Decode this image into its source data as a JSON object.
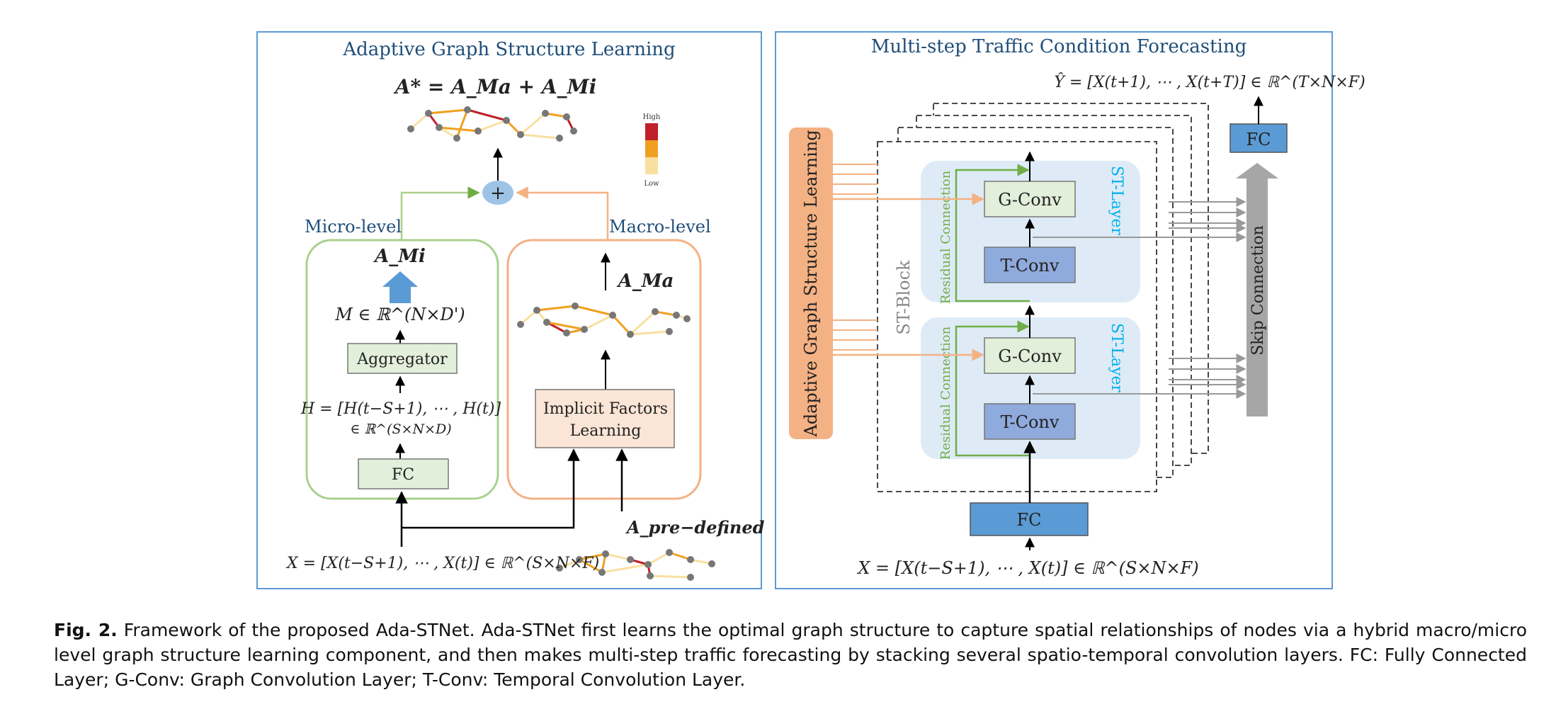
{
  "figure": {
    "left_panel": {
      "title": "Adaptive Graph Structure Learning",
      "output_equation": "A* = A_Ma + A_Mi",
      "legend": {
        "high": "High",
        "low": "Low",
        "colors": [
          "#c0202a",
          "#f0a020",
          "#f8e0a0"
        ]
      },
      "plus_symbol": "+",
      "micro": {
        "label": "Micro-level",
        "output": "A_Mi",
        "m_equation": "M ∈ ℝ^(N×D')",
        "aggregator": "Aggregator",
        "h_equation": "H = [H(t−S+1), ⋯ , H(t)]",
        "h_space": "∈ ℝ^(S×N×D)",
        "fc": "FC"
      },
      "macro": {
        "label": "Macro-level",
        "output": "A_Ma",
        "implicit_line1": "Implicit Factors",
        "implicit_line2": "Learning"
      },
      "predefined_label": "A_pre−defined",
      "input_equation": "X = [X(t−S+1), ⋯ , X(t)] ∈ ℝ^(S×N×F)"
    },
    "right_panel": {
      "title": "Multi-step Traffic Condition Forecasting",
      "output_equation": "Ŷ = [X(t+1), ⋯ , X(t+T)] ∈ ℝ^(T×N×F)",
      "agsl_label": "Adaptive Graph Structure Learning",
      "st_block": "ST-Block",
      "st_layer": "ST-Layer",
      "residual": "Residual Connection",
      "gconv": "G-Conv",
      "tconv": "T-Conv",
      "fc_top": "FC",
      "fc_bottom": "FC",
      "skip": "Skip Connection",
      "input_equation": "X = [X(t−S+1), ⋯ , X(t)] ∈ ℝ^(S×N×F)"
    },
    "colors": {
      "panel_border": "#5b9bd5",
      "title_text": "#1f4e79",
      "green_box": "#e2efda",
      "peach_box": "#fbe5d6",
      "blue_box": "#8faadc",
      "fc_blue": "#5b9bd5",
      "orange": "#f4b183",
      "st_layer_bg": "#deebf7",
      "residual_green": "#70ad47",
      "st_layer_text": "#00b0f0"
    }
  },
  "caption": {
    "label": "Fig. 2.",
    "text": "Framework of the proposed Ada-STNet. Ada-STNet first learns the optimal graph structure to capture spatial relationships of nodes via a hybrid macro/micro level graph structure learning component, and then makes multi-step traffic forecasting by stacking several spatio-temporal convolution layers. FC: Fully Connected Layer; G-Conv: Graph Convolution Layer; T-Conv: Temporal Convolution Layer."
  }
}
